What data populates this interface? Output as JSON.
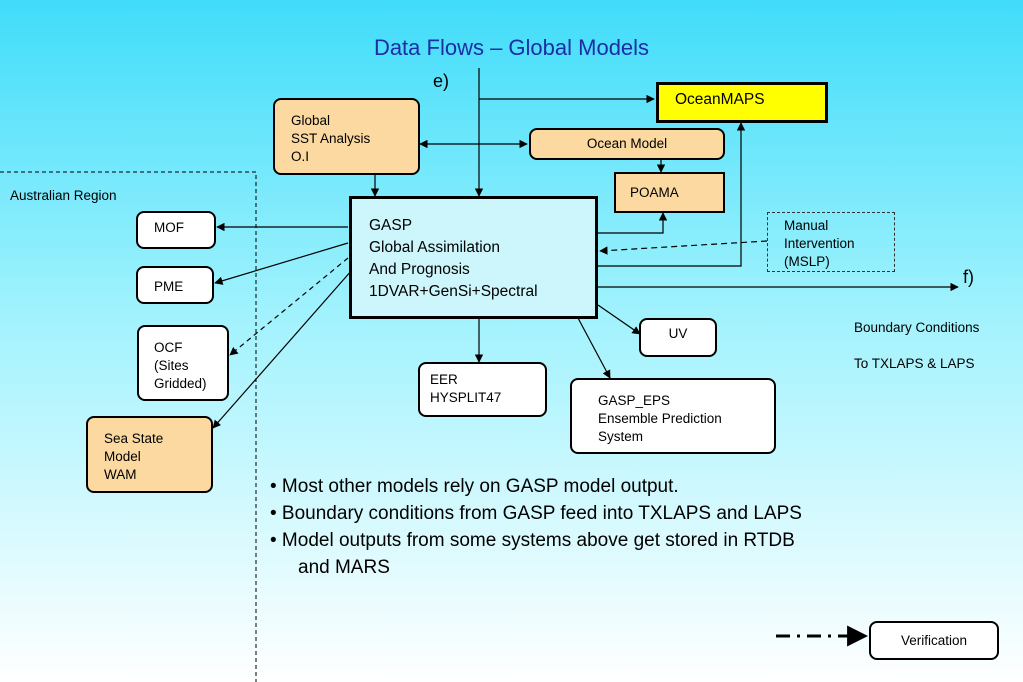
{
  "title": "Data Flows – Global Models",
  "labels": {
    "e": "e)",
    "f": "f)",
    "australian_region": "Australian Region",
    "boundary_conditions": [
      "Boundary Conditions",
      "To TXLAPS & LAPS"
    ]
  },
  "nodes": {
    "global_sst": [
      "Global",
      "SST Analysis",
      "O.I"
    ],
    "oceanmaps": [
      "OceanMAPS"
    ],
    "ocean_model": [
      "Ocean Model"
    ],
    "poama": [
      "POAMA"
    ],
    "gasp": [
      "GASP",
      "Global Assimilation",
      "And Prognosis",
      "1DVAR+GenSi+Spectral"
    ],
    "manual_intervention": [
      "Manual",
      "Intervention",
      "(MSLP)"
    ],
    "mof": [
      "MOF"
    ],
    "pme": [
      "PME"
    ],
    "ocf": [
      "OCF",
      "(Sites",
      "Gridded)"
    ],
    "sea_state": [
      "Sea State",
      "Model",
      "WAM"
    ],
    "eer": [
      "EER",
      "HYSPLIT47"
    ],
    "uv": [
      "UV"
    ],
    "gasp_eps": [
      "GASP_EPS",
      "Ensemble Prediction",
      "System"
    ],
    "verification": [
      "Verification"
    ]
  },
  "bullets": [
    "• Most other models rely on GASP model output.",
    "• Boundary conditions from GASP feed into TXLAPS and LAPS",
    "• Model outputs from some systems above get stored in RTDB",
    "and MARS"
  ],
  "colors": {
    "title": "#1a2ea8",
    "tan_box": "#fbd9a0",
    "yellow_box": "#ffff00",
    "gasp_fill": "#ccf6fb"
  }
}
